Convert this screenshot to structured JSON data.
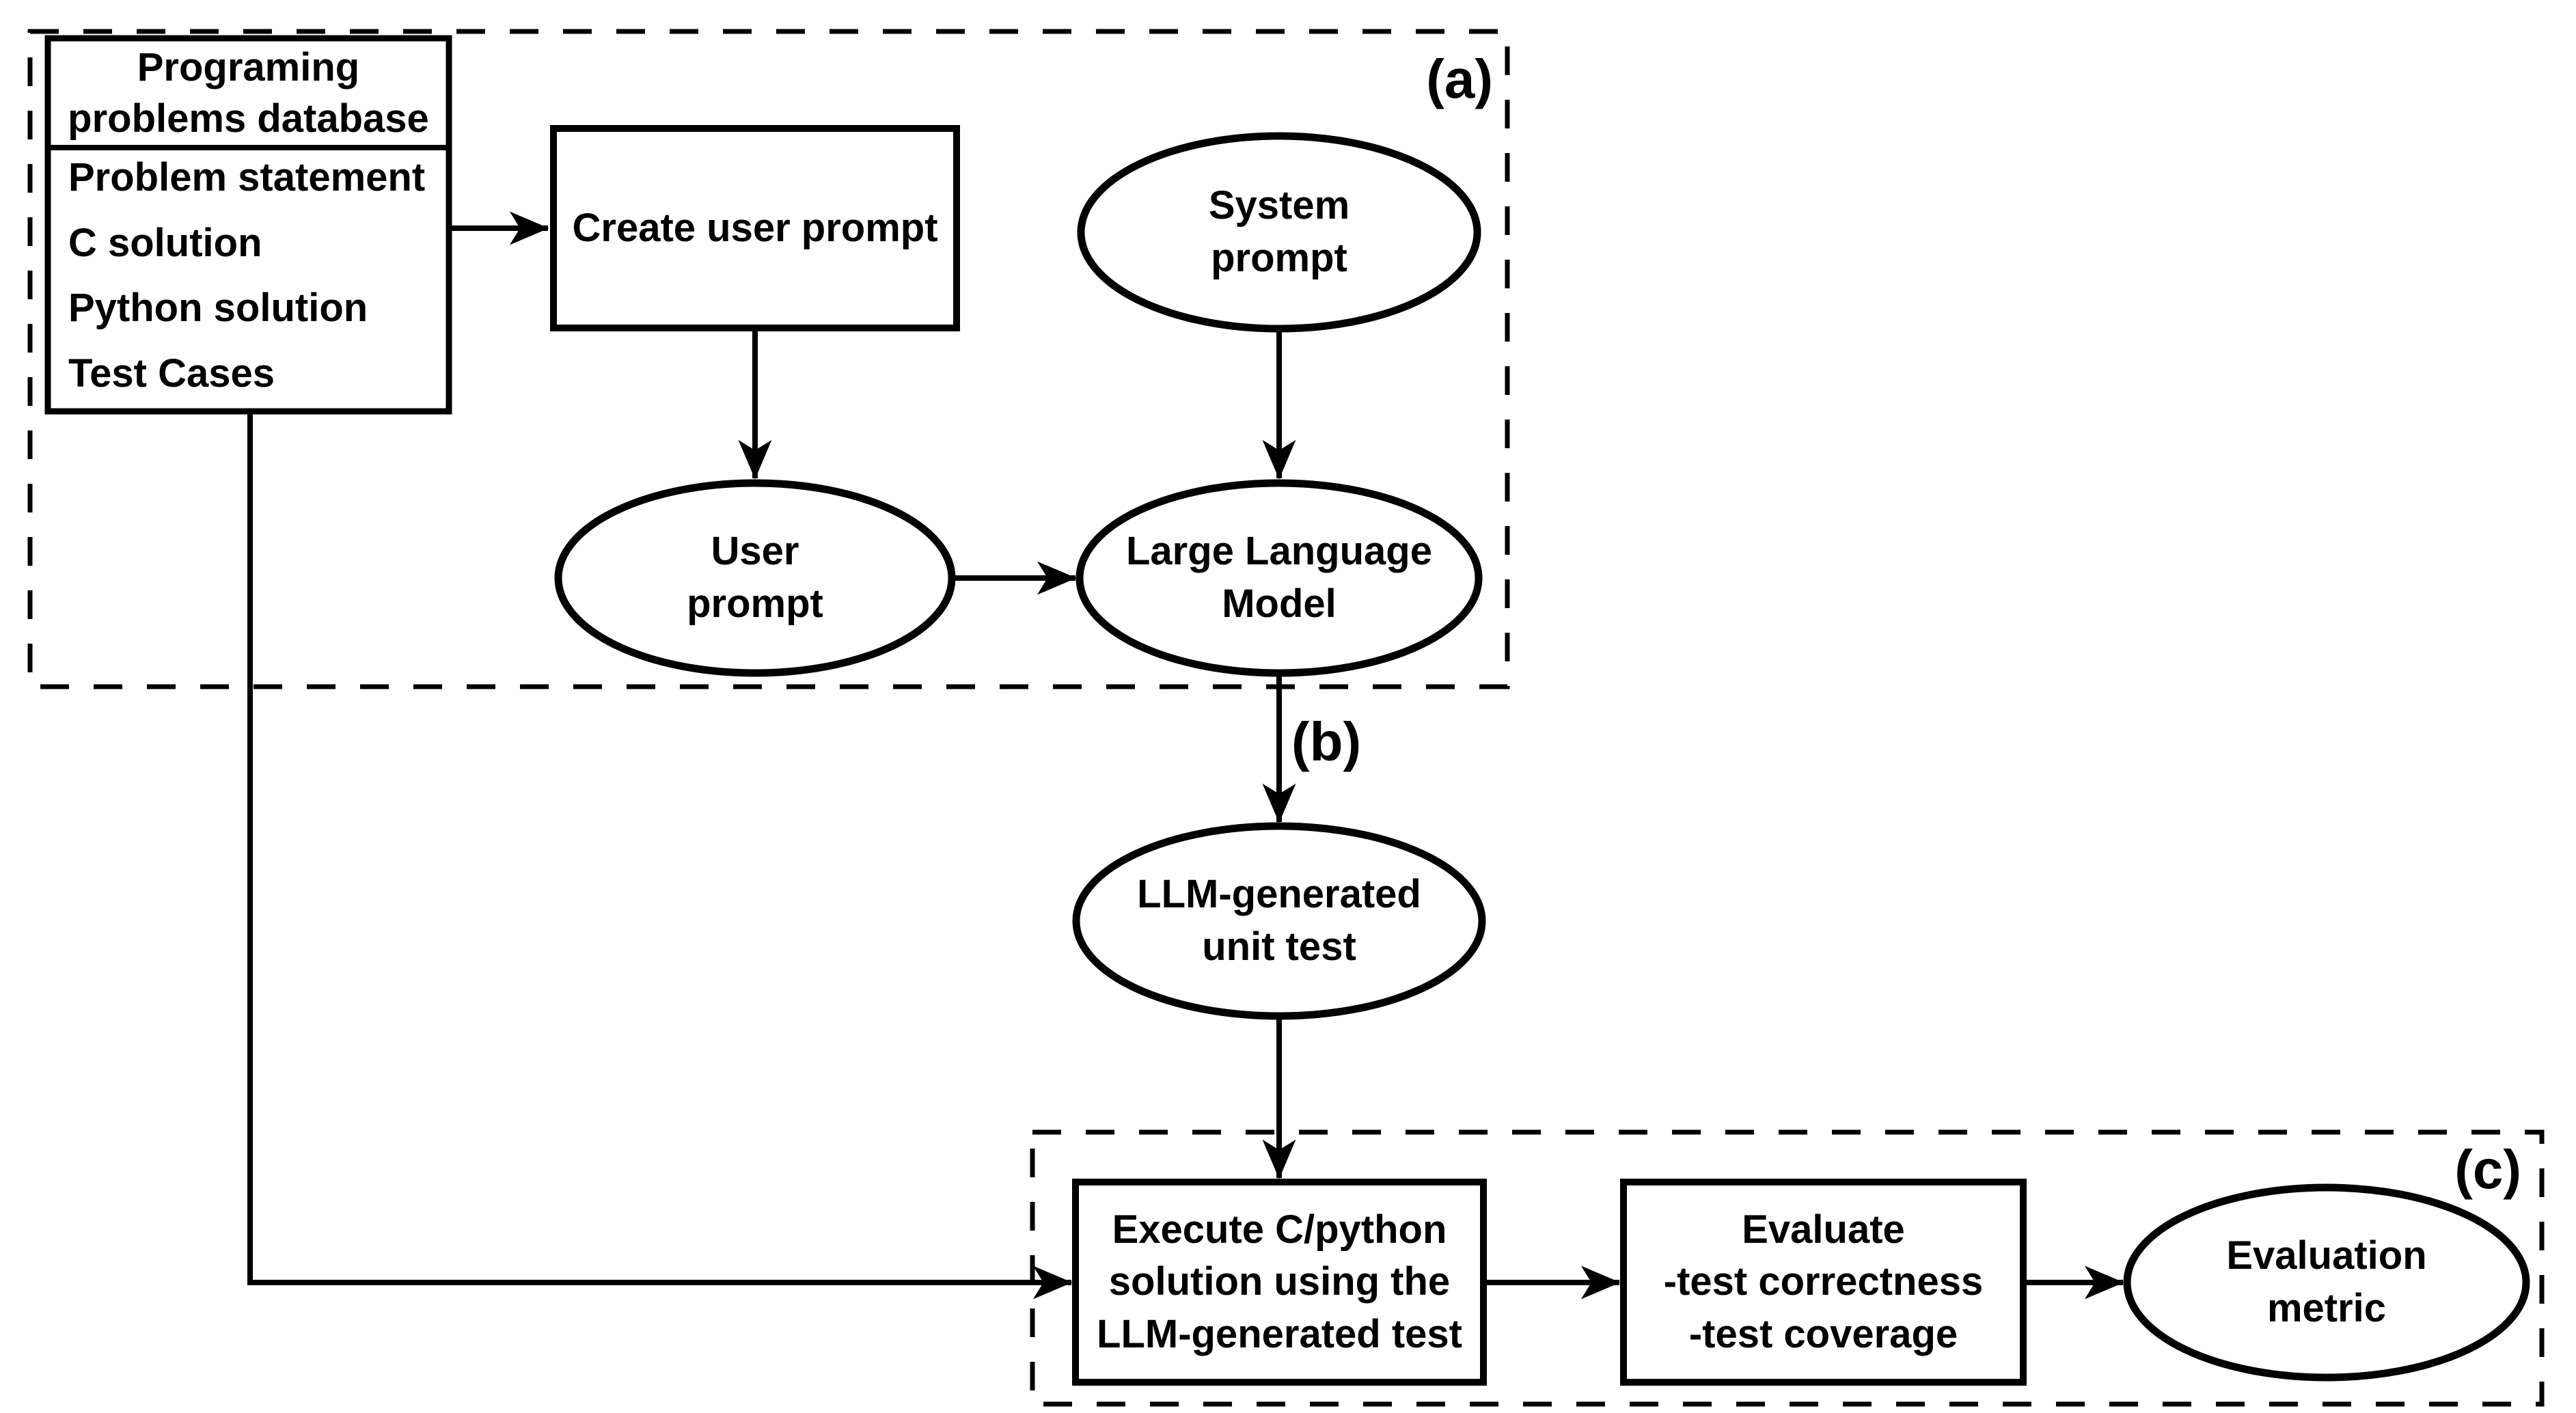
{
  "figure": {
    "colors": {
      "stroke": "#000000",
      "background": "#ffffff"
    },
    "section_a_label": "(a)",
    "section_b_label": "(b)",
    "section_c_label": "(c)",
    "database": {
      "title": "Programing\nproblems database",
      "items": [
        "Problem statement",
        "C solution",
        "Python solution",
        "Test Cases"
      ]
    },
    "nodes": {
      "create_user_prompt": "Create user prompt",
      "system_prompt": "System\nprompt",
      "user_prompt": "User\nprompt",
      "llm": "Large Language\nModel",
      "llm_unit_test": "LLM-generated\nunit test",
      "execute": "Execute C/python\nsolution using the\nLLM-generated test",
      "evaluate": "Evaluate\n-test correctness\n-test coverage",
      "evaluation_metric": "Evaluation\nmetric"
    }
  }
}
